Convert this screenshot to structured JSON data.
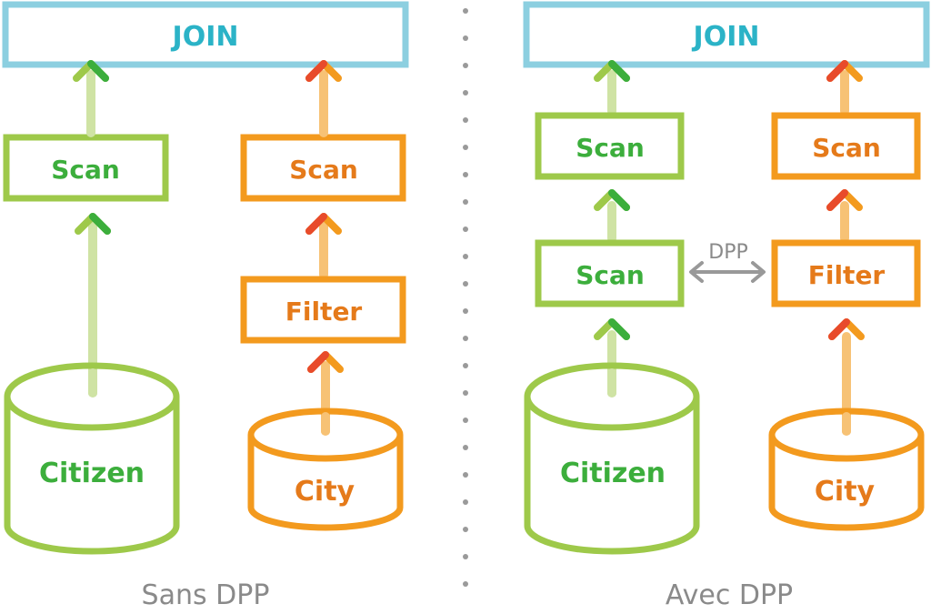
{
  "colors": {
    "join": "#8ccfe0",
    "join_text": "#2bb3c7",
    "green": "#9ec94a",
    "green_light": "#cfe3a4",
    "green_dark": "#3cae3c",
    "orange": "#f39a1e",
    "orange_light": "#f7c275",
    "orange_text": "#e57a1a",
    "red": "#e84b2b",
    "gray": "#999999",
    "caption": "#8a8a8a"
  },
  "left": {
    "caption": "Sans DPP",
    "join": "JOIN",
    "citizen_scan": "Scan",
    "city_scan": "Scan",
    "city_filter": "Filter",
    "citizen_table": "Citizen",
    "city_table": "City"
  },
  "right": {
    "caption": "Avec DPP",
    "join": "JOIN",
    "citizen_scan_top": "Scan",
    "citizen_scan_bottom": "Scan",
    "city_scan": "Scan",
    "city_filter": "Filter",
    "dpp_label": "DPP",
    "citizen_table": "Citizen",
    "city_table": "City"
  }
}
